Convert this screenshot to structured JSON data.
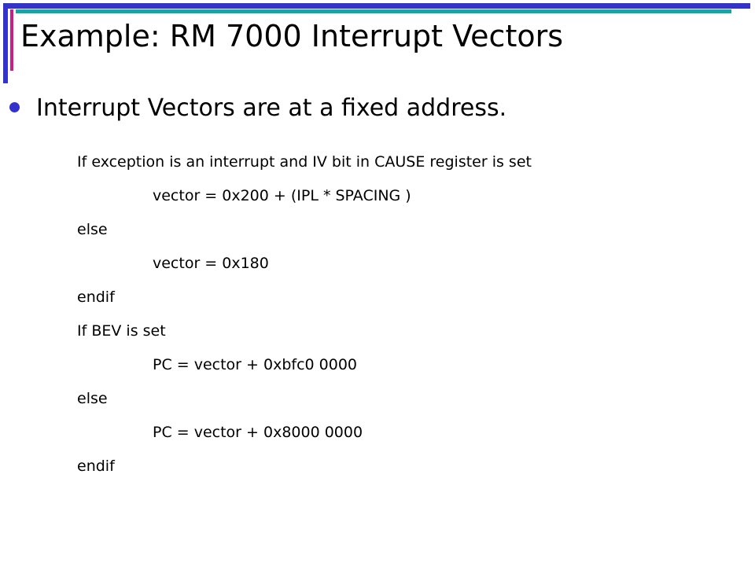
{
  "colors": {
    "frame_blue": "#3333cc",
    "frame_teal": "#16a5a5",
    "frame_magenta": "#cc1c8c",
    "bullet": "#3333cc",
    "text": "#000000"
  },
  "slide": {
    "title": "Example: RM 7000 Interrupt Vectors",
    "bullet_text": "Interrupt Vectors are at a fixed address.",
    "lines": [
      "If exception is an interrupt and IV bit in CAUSE register is set",
      "vector = 0x200 + (IPL * SPACING )",
      "else",
      "vector = 0x180",
      "endif",
      "If BEV is set",
      "PC = vector + 0xbfc0 0000",
      "else",
      "PC = vector + 0x8000 0000",
      "endif"
    ]
  }
}
